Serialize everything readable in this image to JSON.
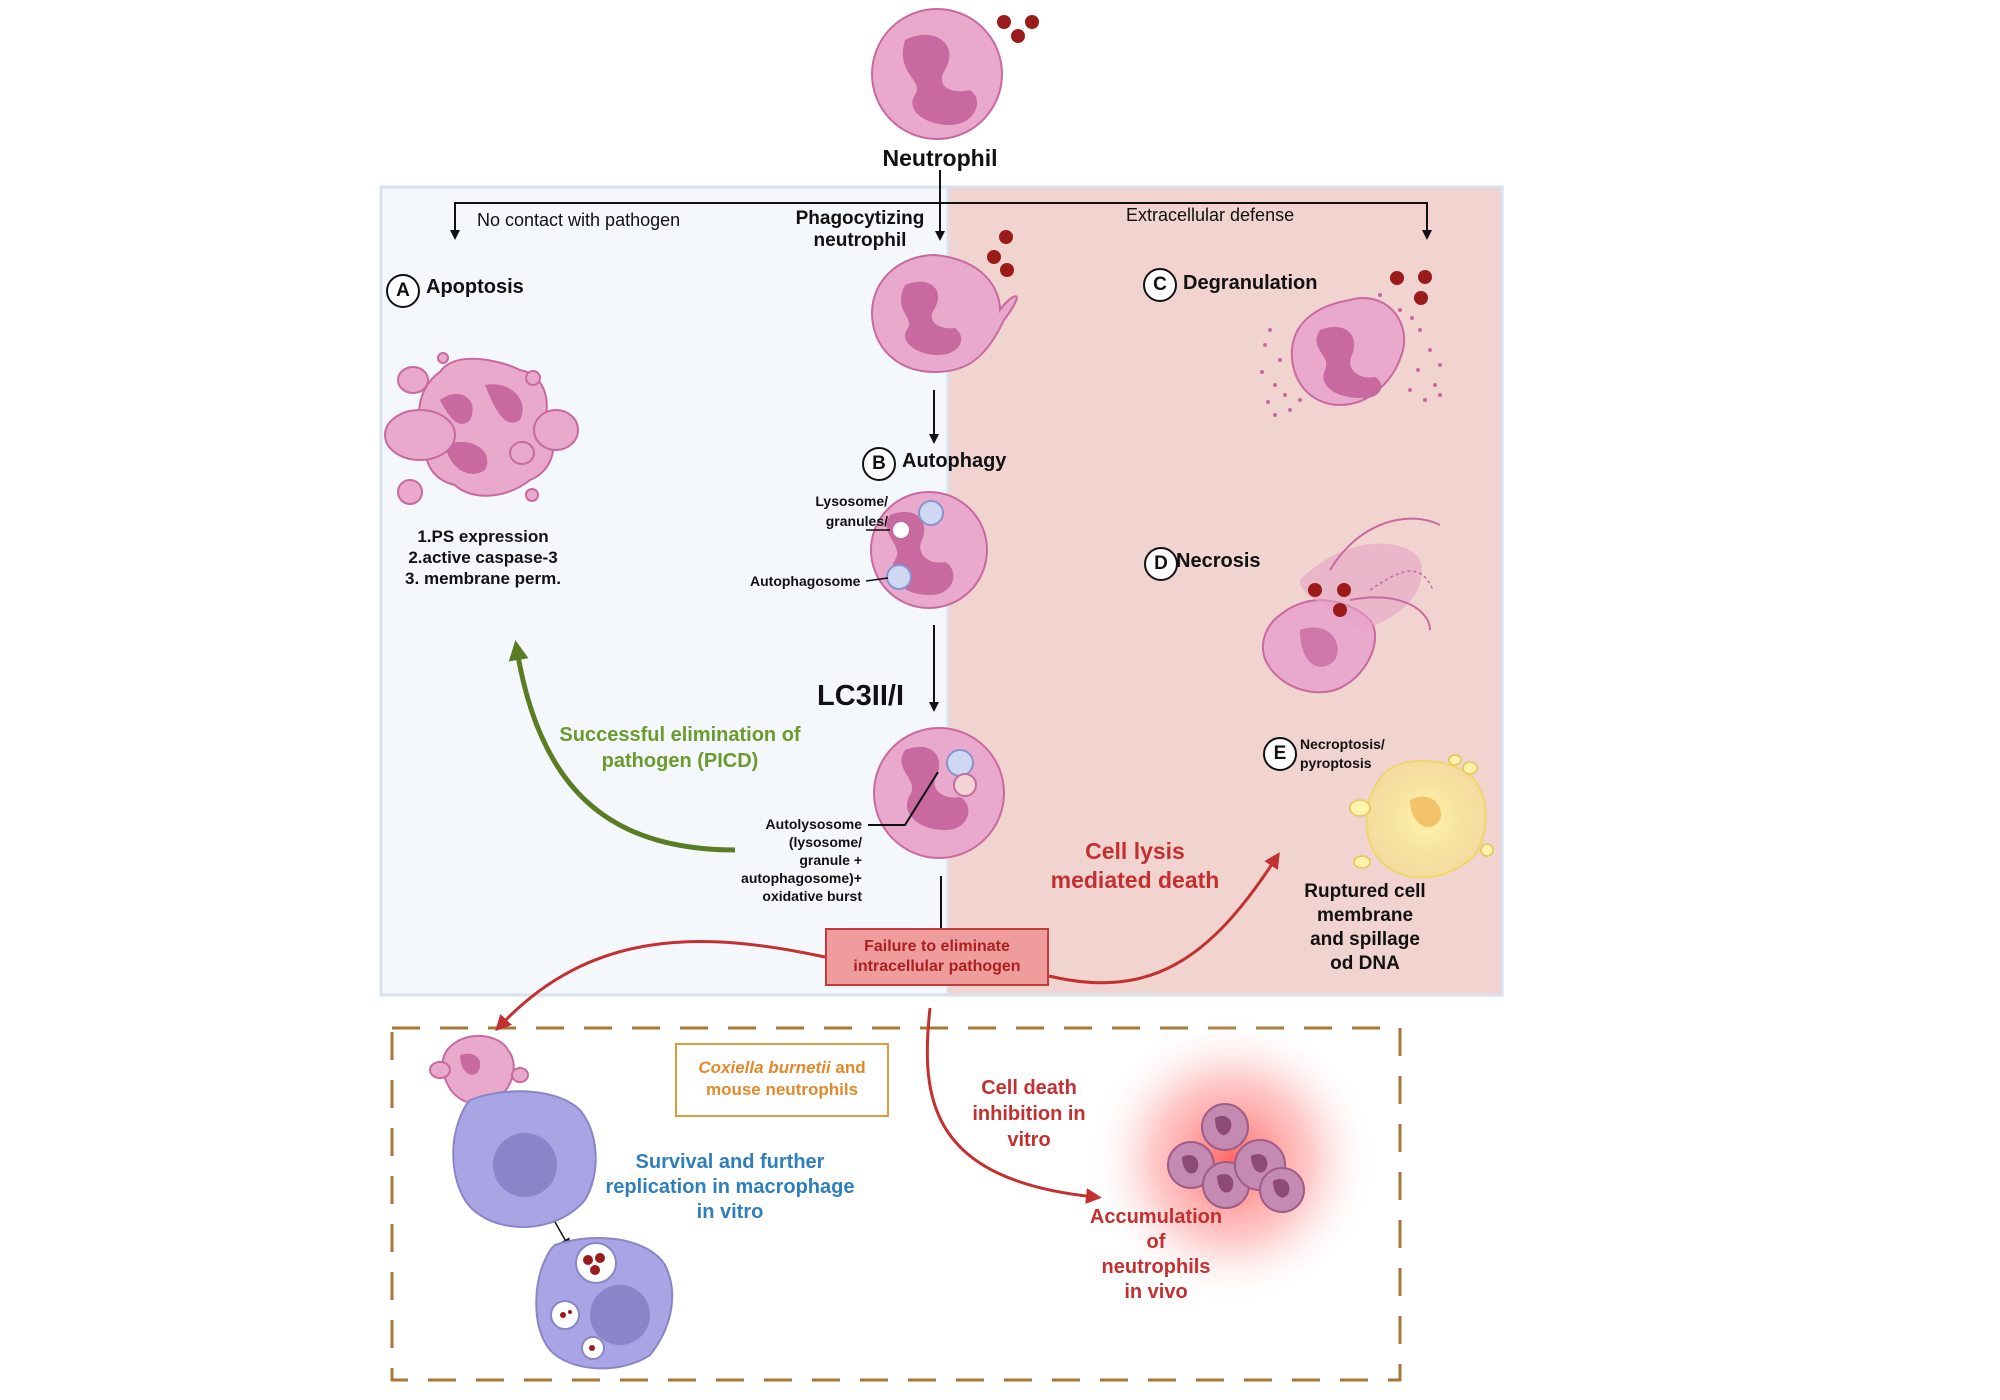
{
  "top": {
    "title": "Neutrophil"
  },
  "branches": {
    "left": "No contact with pathogen",
    "center_line1": "Phagocytizing",
    "center_line2": "neutrophil",
    "right": "Extracellular defense"
  },
  "apoptosis": {
    "letter": "A",
    "title": "Apoptosis",
    "list": [
      "1.PS expression",
      "2.active caspase-3",
      "3. membrane perm."
    ]
  },
  "autophagy": {
    "letter": "B",
    "title": "Autophagy",
    "label_lyso_1": "Lysosome/",
    "label_lyso_2": "granules/",
    "label_autophagosome": "Autophagosome",
    "lc3": "LC3II/I",
    "autolyso_lines": [
      "Autolysosome",
      "(lysosome/",
      "granule +",
      "autophagosome)+",
      "oxidative burst"
    ]
  },
  "success": {
    "line1": "Successful elimination of",
    "line2": "pathogen (PICD)"
  },
  "degranulation": {
    "letter": "C",
    "title": "Degranulation"
  },
  "necrosis": {
    "letter": "D",
    "title": "Necrosis"
  },
  "necroptosis": {
    "letter": "E",
    "line1": "Necroptosis/",
    "line2": "pyroptosis"
  },
  "lysis": {
    "line1": "Cell lysis",
    "line2": "mediated death"
  },
  "ruptured": [
    "Ruptured cell",
    "membrane",
    "and spillage",
    "od DNA"
  ],
  "failure": {
    "line1": "Failure to eliminate",
    "line2": "intracellular pathogen"
  },
  "coxiella": {
    "italic": "Coxiella burnetii",
    "rest1": " and",
    "line2": "mouse neutrophils"
  },
  "survival": [
    "Survival and further",
    "replication in macrophage",
    "in vitro"
  ],
  "inhibition": [
    "Cell death",
    "inhibition in",
    "vitro"
  ],
  "accumulation": [
    "Accumulation",
    "of",
    "neutrophils",
    "in vivo"
  ],
  "colors": {
    "left_panel": "#f4f7fb",
    "right_panel": "#f1d3d0",
    "panel_border": "#d9e2ee",
    "cell_pink": "#e9a9cc",
    "nucleus": "#c86aa0",
    "pathogen": "#9b1b1b",
    "green": "#5a7d23",
    "red": "#c43030",
    "blue": "#2f7fbf",
    "orange": "#e3892b",
    "macrophage": "#a9a4e3",
    "dash_brown": "#a6793a"
  }
}
